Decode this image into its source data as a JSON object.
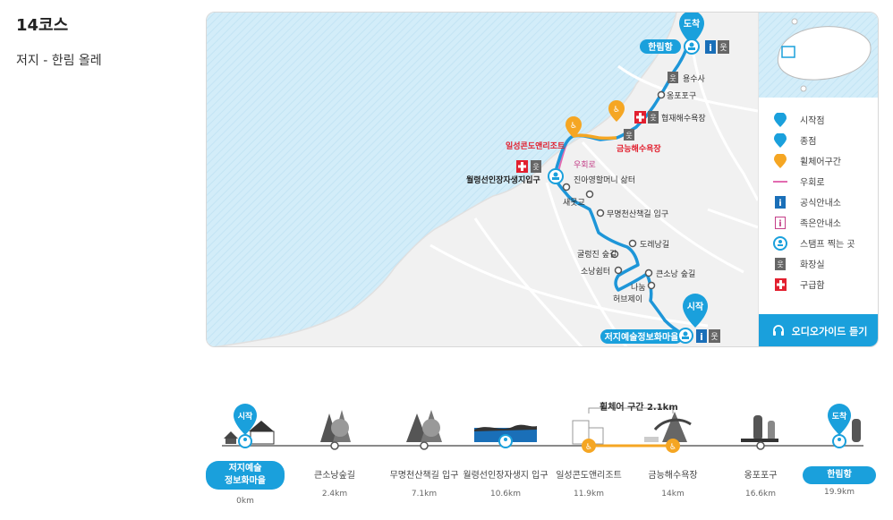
{
  "course": {
    "title": "14코스",
    "subtitle": "저지 - 한림 올레"
  },
  "map": {
    "end_badge": "도착",
    "start_badge": "시작",
    "end_place": "한림항",
    "start_place": "저지예술정보화마을",
    "places": {
      "yongsusa": "용수사",
      "ongpo": "옹포포구",
      "hyeopjae": "협재해수욕장",
      "geumneung": "금능해수욕장",
      "ilseong": "일성콘도앤리조트",
      "detour": "우회로",
      "wolryeong": "월령선인장자생지입구",
      "jinaeyeong": "진아영할머니 삶터",
      "saemat": "새못교",
      "mumyeong": "무명천산책길 입구",
      "dorae": "도레낭길",
      "gulleong": "굴렁진 숲길",
      "sonang": "소낭쉼터",
      "keunsonang": "큰소낭 숲길",
      "naneum": "나눔",
      "heobeu": "허브제이"
    }
  },
  "legend": {
    "items": [
      {
        "label": "시작점",
        "icon": "start-pin-icon"
      },
      {
        "label": "종점",
        "icon": "end-pin-icon"
      },
      {
        "label": "휠체어구간",
        "icon": "wheelchair-pin-icon"
      },
      {
        "label": "우회로",
        "icon": "detour-line-icon"
      },
      {
        "label": "공식안내소",
        "icon": "official-info-icon"
      },
      {
        "label": "족은안내소",
        "icon": "small-info-icon"
      },
      {
        "label": "스탬프 찍는 곳",
        "icon": "stamp-icon"
      },
      {
        "label": "화장실",
        "icon": "toilet-icon"
      },
      {
        "label": "구급함",
        "icon": "first-aid-icon"
      }
    ],
    "audio_guide": "오디오가이드 듣기"
  },
  "timeline": {
    "start_badge": "시작",
    "end_badge": "도착",
    "wheelchair_range": "휠체어 구간 2.1km",
    "stops": [
      {
        "name": "저지예술\n정보화마을",
        "dist": "0km"
      },
      {
        "name": "큰소낭숲길",
        "dist": "2.4km"
      },
      {
        "name": "무명천산책길 입구",
        "dist": "7.1km"
      },
      {
        "name": "월령선인장자생지 입구",
        "dist": "10.6km"
      },
      {
        "name": "일성콘도앤리조트",
        "dist": "11.9km"
      },
      {
        "name": "금능해수욕장",
        "dist": "14km"
      },
      {
        "name": "옹포포구",
        "dist": "16.6km"
      },
      {
        "name": "한림항",
        "dist": "19.9km"
      }
    ]
  },
  "colors": {
    "sea": "#d7effa",
    "route": "#1e96d8",
    "wheelchair": "#f5a623",
    "detour": "#e26bb0",
    "accent": "#1aa0dc",
    "first_aid": "#e2202f"
  }
}
